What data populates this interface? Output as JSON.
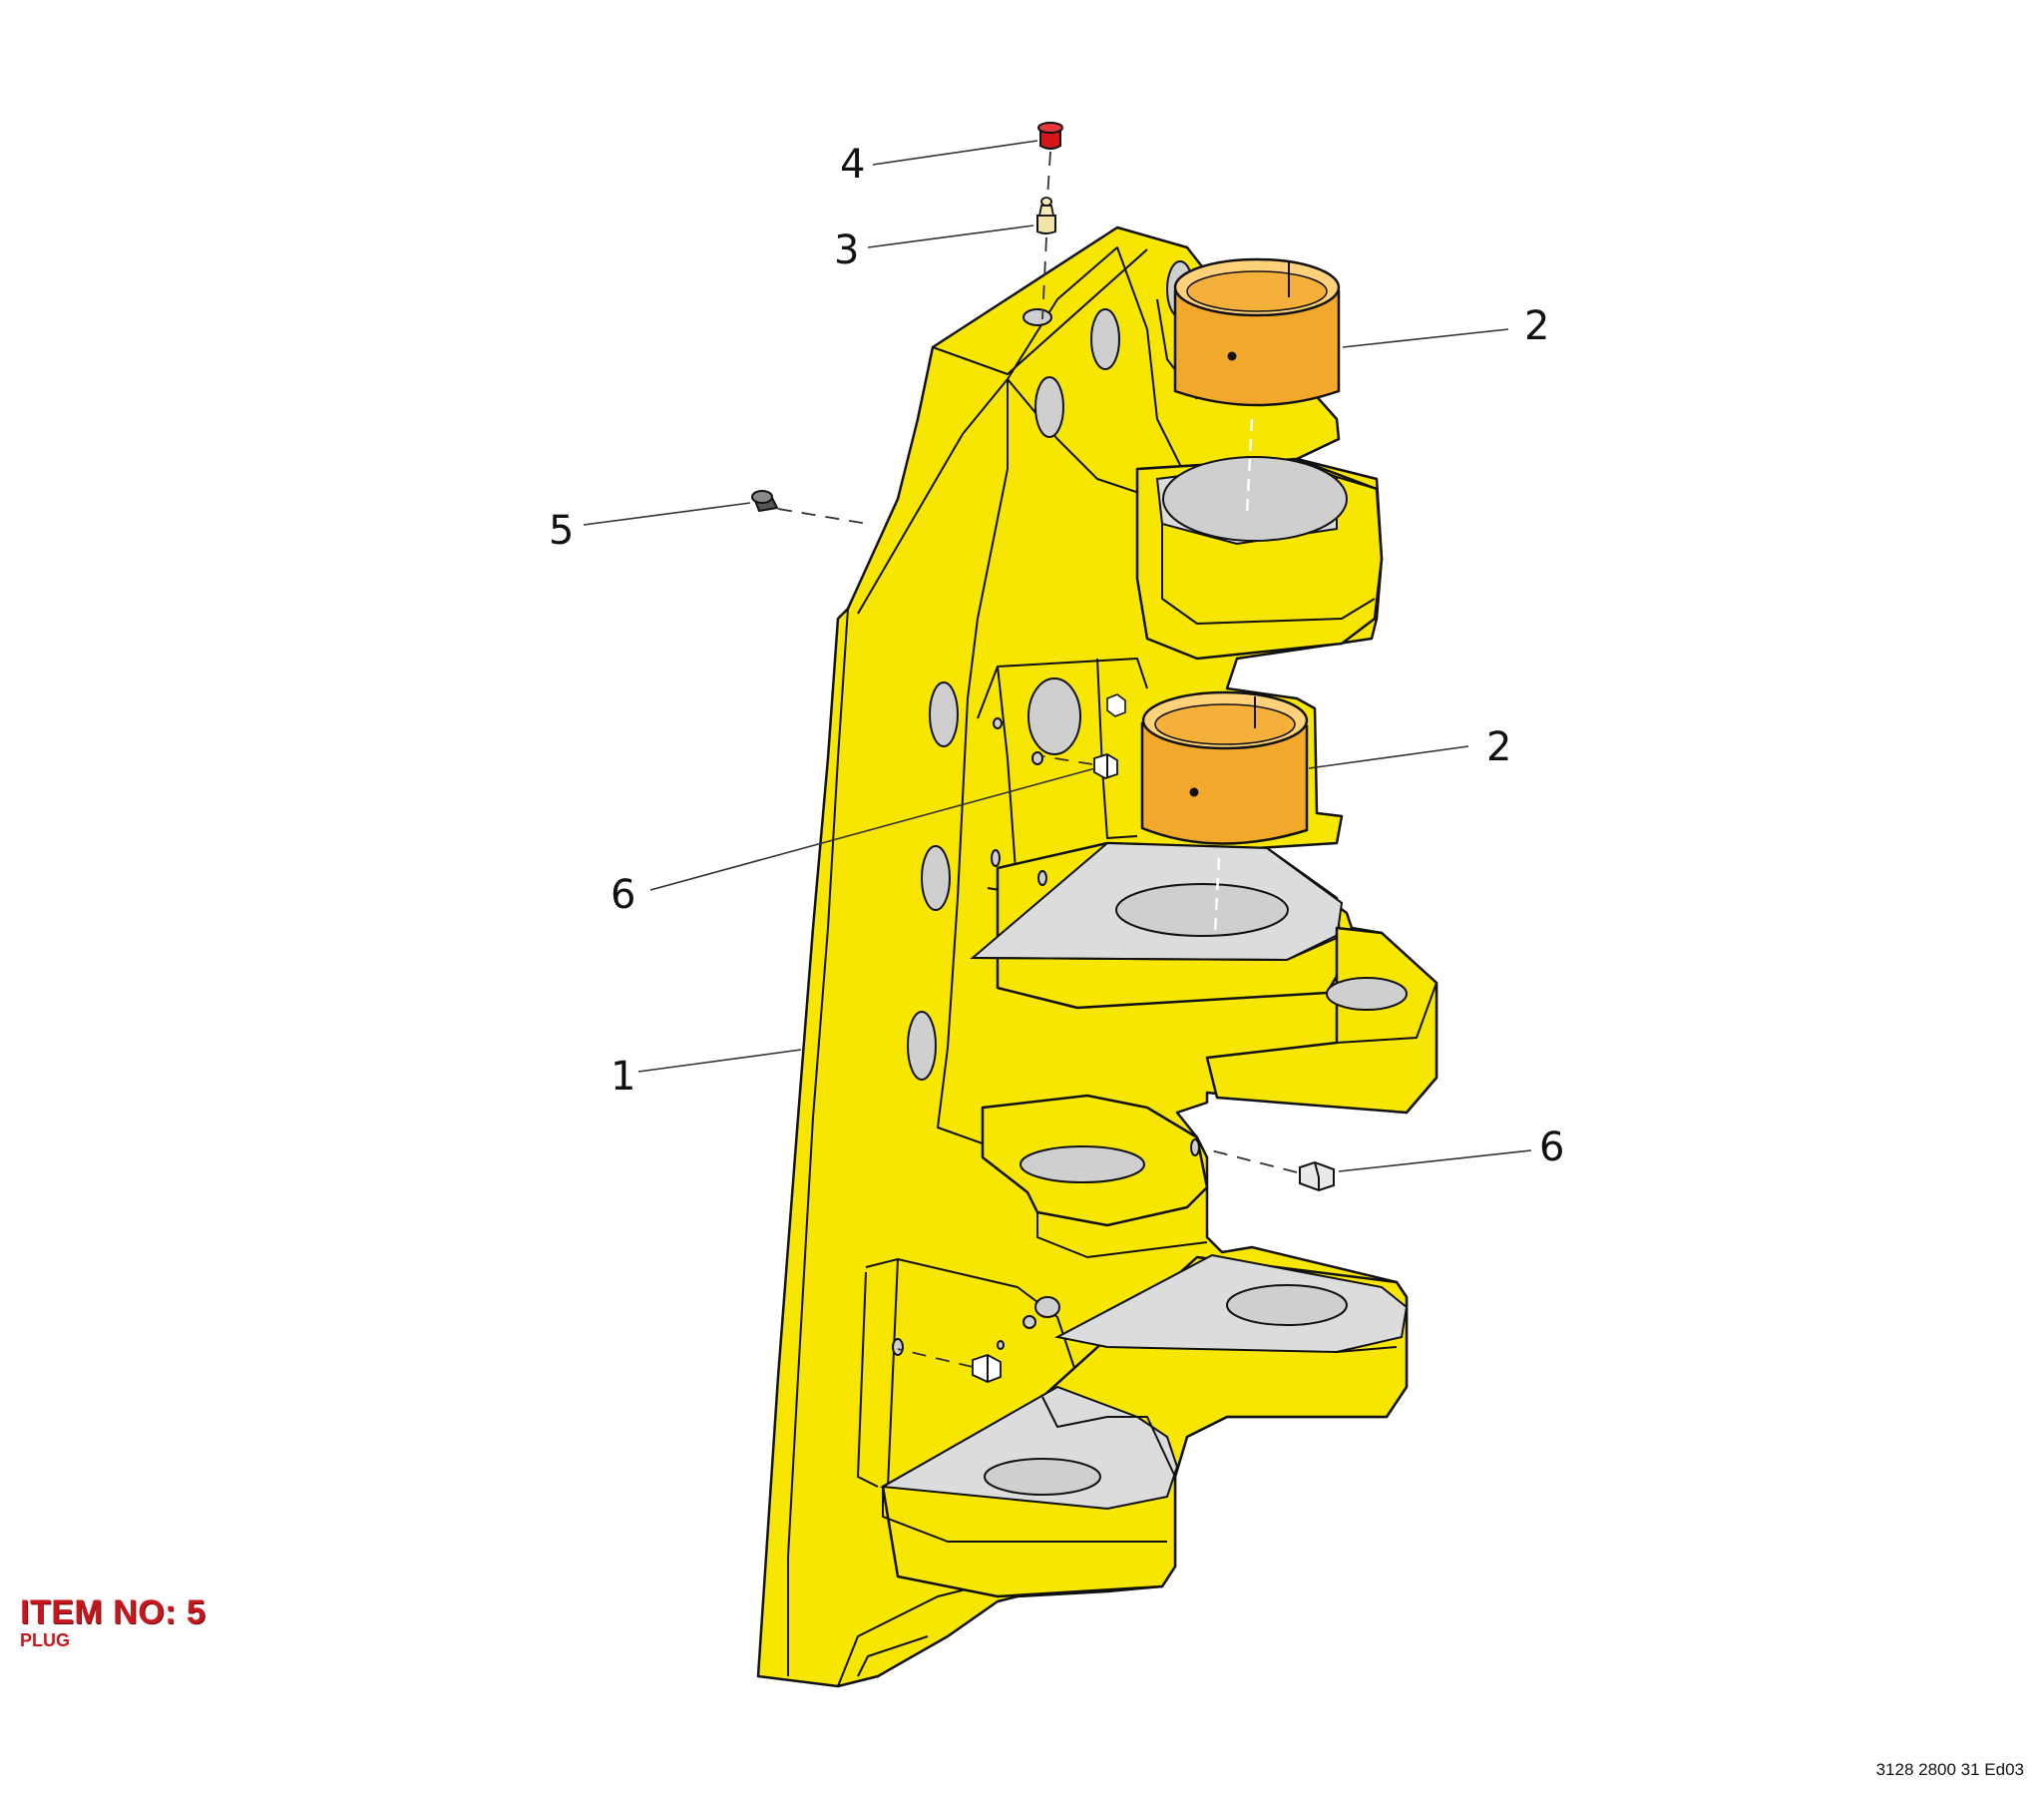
{
  "callouts": {
    "c1": "1",
    "c2a": "2",
    "c2b": "2",
    "c3": "3",
    "c4": "4",
    "c5": "5",
    "c6a": "6",
    "c6b": "6"
  },
  "item": {
    "title": "ITEM NO: 5",
    "description": "PLUG"
  },
  "document_ref": "3128 2800 31 Ed03",
  "colors": {
    "body": "#f7e600",
    "bushing": "#f2a92b",
    "plug_cap": "#d4151b",
    "item_label": "#c8161d",
    "machined_face": "#dcdcdc"
  }
}
